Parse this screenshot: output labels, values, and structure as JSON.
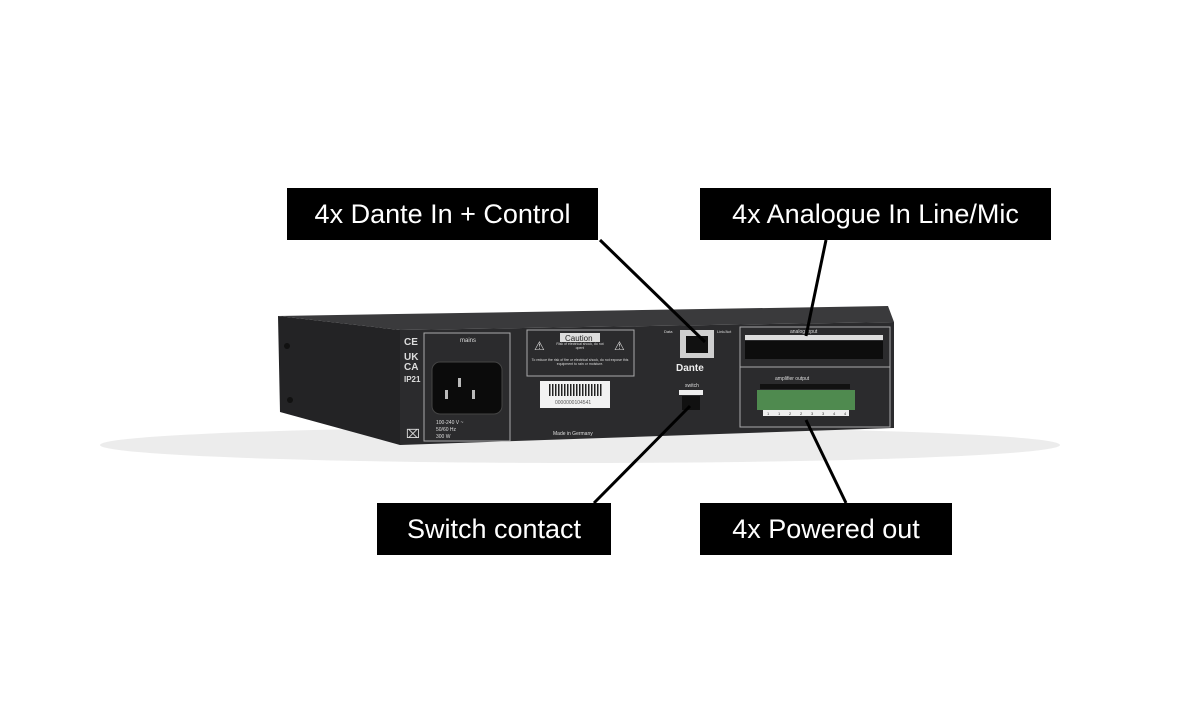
{
  "callouts": {
    "dante": "4x Dante In + Control",
    "analogue": "4x Analogue In Line/Mic",
    "switch": "Switch contact",
    "powered": "4x Powered out"
  },
  "device": {
    "marks": [
      "CE",
      "UK",
      "CA",
      "IP21"
    ],
    "mains_label": "mains",
    "mains_rating": [
      "100-240 V ~",
      "50/60 Hz",
      "300 W"
    ],
    "caution_title": "Caution",
    "caution_sub": "Risk of electrical shock, do not open!",
    "caution_text": "To reduce the risk of fire or electrical shock, do not expose this equipment to rain or moisture.",
    "serial": "0000000104541",
    "made_in": "Made in Germany",
    "dante_logo": "Dante",
    "port_left": "Data",
    "port_right": "Link/Act",
    "switch_label": "switch",
    "analog_input_label": "analog input",
    "amplifier_output_label": "amplifier output",
    "amp_channels": [
      "1",
      "1",
      "2",
      "2",
      "3",
      "3",
      "4",
      "4"
    ]
  },
  "colors": {
    "callout_bg": "#000000",
    "chassis": "#2b2b2d",
    "terminal_green": "#4f8a4f"
  }
}
